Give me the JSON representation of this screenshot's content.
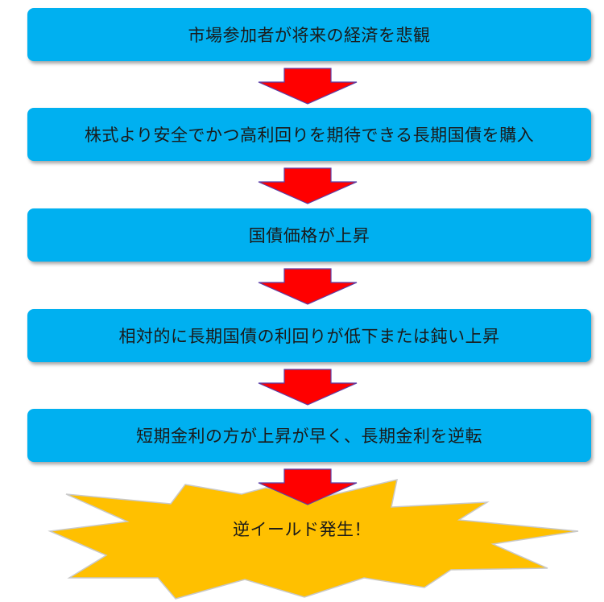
{
  "steps": [
    {
      "label": "市場参加者が将来の経済を悲観"
    },
    {
      "label": "株式より安全でかつ高利回りを期待できる長期国債を購入"
    },
    {
      "label": "国債価格が上昇"
    },
    {
      "label": "相対的に長期国債の利回りが低下または鈍い上昇"
    },
    {
      "label": "短期金利の方が上昇が早く、長期金利を逆転"
    }
  ],
  "result": {
    "label": "逆イールド発生！"
  },
  "colors": {
    "box_fill": "#00b0f0",
    "arrow_fill": "#ff0000",
    "arrow_stroke": "#5b3fa8",
    "burst_fill": "#ffc000",
    "burst_stroke": "#c9c9c9"
  },
  "icons": {
    "arrow": "down-arrow-icon",
    "burst": "explosion-burst-shape"
  }
}
